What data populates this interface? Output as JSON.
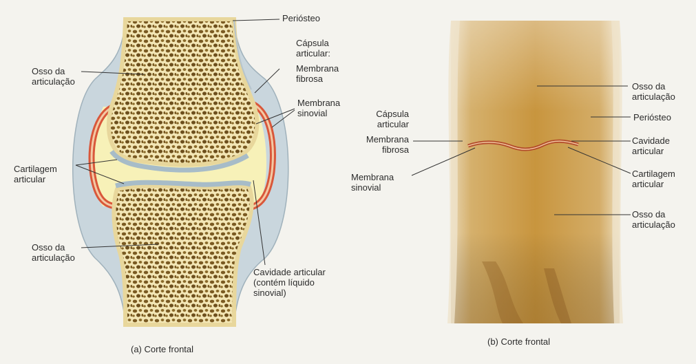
{
  "panel_a": {
    "caption": "(a) Corte frontal",
    "labels": {
      "periosteo": "Periósteo",
      "capsula": "Cápsula\narticular:",
      "membrana_fibrosa": "Membrana\nfibrosa",
      "membrana_sinovial": "Membrana\nsinovial",
      "osso_top": "Osso da\narticulação",
      "cartilagem": "Cartilagem\narticular",
      "osso_bottom": "Osso da\narticulação",
      "cavidade": "Cavidade articular\n(contém líquido\nsinovial)"
    }
  },
  "panel_b": {
    "caption": "(b) Corte frontal",
    "labels": {
      "capsula": "Cápsula\narticular",
      "membrana_fibrosa": "Membrana\nfibrosa",
      "membrana_sinovial": "Membrana\nsinovial",
      "osso_top": "Osso da\narticulação",
      "periosteo": "Periósteo",
      "cavidade": "Cavidade\narticular",
      "cartilagem": "Cartilagem\narticular",
      "osso_bottom": "Osso da\narticulação"
    }
  },
  "colors": {
    "bone": "#f0e3b0",
    "marrow": "#7a5a22",
    "cartilage": "#a7bcc8",
    "synovial_membrane": "#d9573a",
    "capsule": "#c9d6dd",
    "fluid": "#f7f1b8",
    "photo_bone": "#c79a45"
  }
}
